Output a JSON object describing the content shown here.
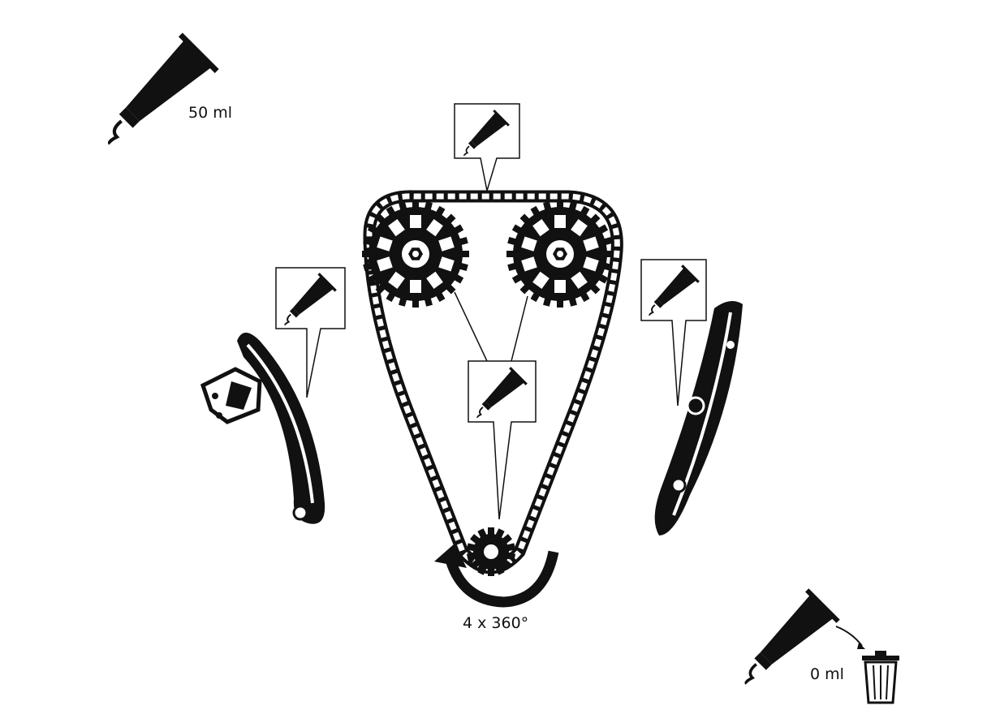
{
  "labels": {
    "start_amount": "50 ml",
    "rotation": "4 x 360°",
    "end_amount": "0 ml"
  },
  "icons": [
    "grease-tube-icon",
    "trash-can-icon",
    "rotation-arrow-icon",
    "sprocket-icon",
    "timing-chain",
    "chain-guide",
    "chain-tensioner"
  ],
  "colors": {
    "ink": "#111111",
    "paper": "#ffffff"
  }
}
